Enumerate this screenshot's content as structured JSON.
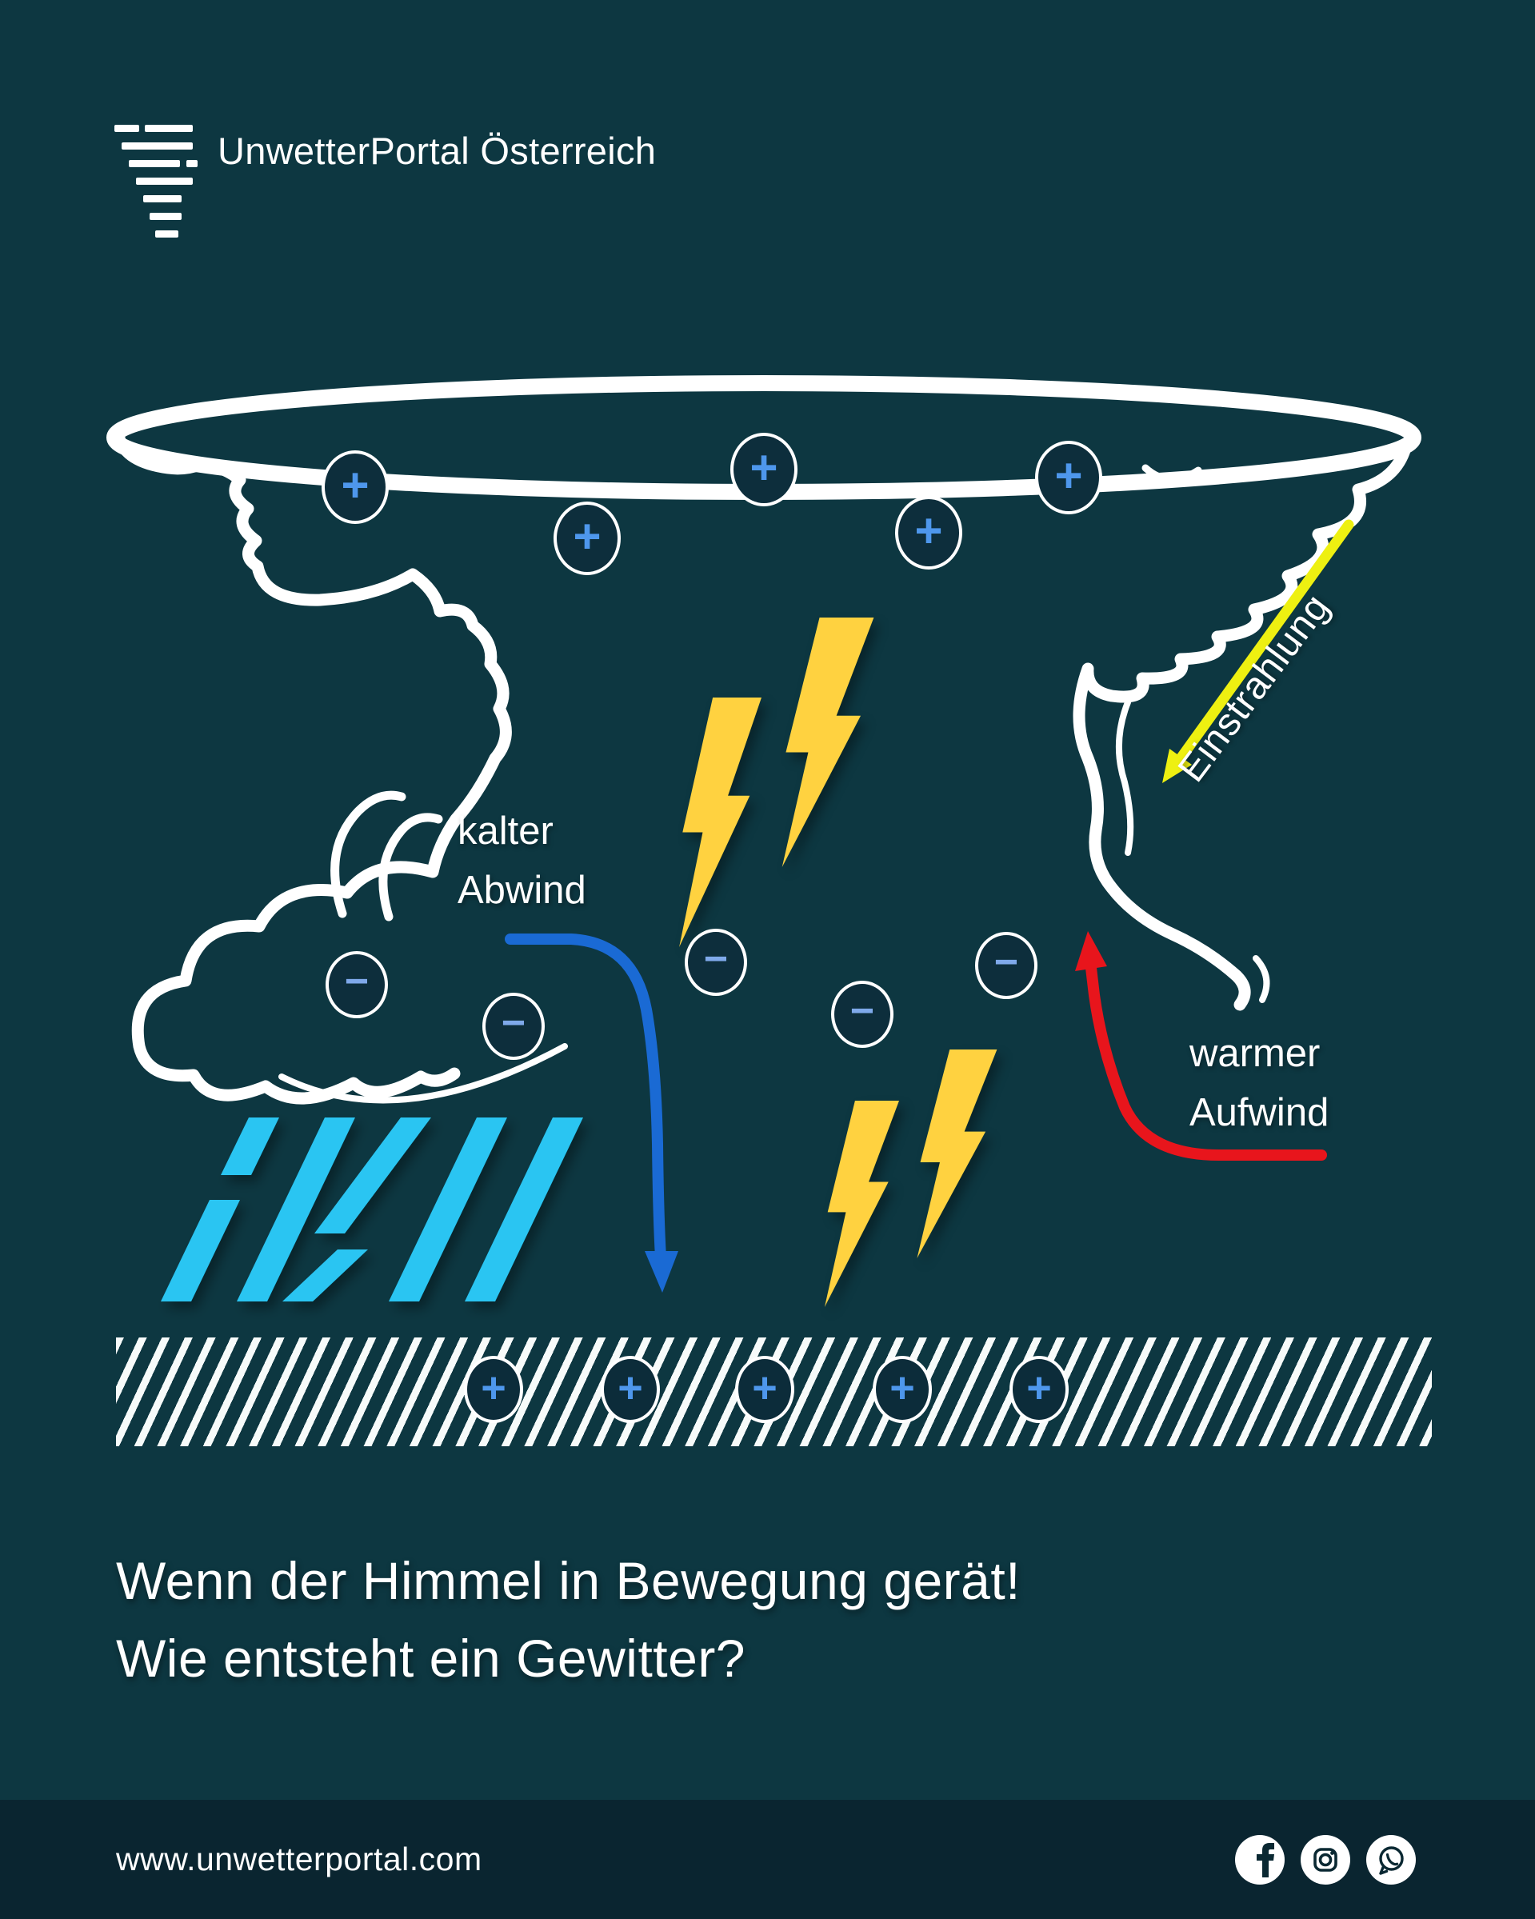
{
  "brand": {
    "name_line1": "UnwetterPortal",
    "name_line2": "Österreich",
    "logo_icon": "tornado-icon"
  },
  "diagram": {
    "label_radiation": "Einstrahlung",
    "label_cold_downdraft_line1": "kalter",
    "label_cold_downdraft_line2": "Abwind",
    "label_warm_updraft_line1": "warmer",
    "label_warm_updraft_line2": "Aufwind",
    "symbol_plus": "+",
    "symbol_minus": "−",
    "cloud_top_plus_count": 5,
    "cloud_base_minus_count": 5,
    "ground_plus_count": 5,
    "lightning_bolt_count": 4
  },
  "title": {
    "line1": "Wenn der Himmel in Bewegung gerät!",
    "line2": "Wie entsteht ein Gewitter?"
  },
  "footer": {
    "website": "www.unwetterportal.com",
    "social_icons": [
      "facebook-icon",
      "instagram-icon",
      "whatsapp-icon"
    ]
  },
  "colors": {
    "background": "#0d3741",
    "footer_background": "#0a2530",
    "cloud_white": "#ffffff",
    "lightning_yellow": "#ffd23f",
    "rain_blue": "#29c5f2",
    "arrow_blue": "#1a6ad4",
    "arrow_red": "#e8151c",
    "arrow_yellow": "#eef011",
    "charge_plus_blue": "#4e97ec",
    "charge_minus_blue": "#7fa9ea"
  }
}
